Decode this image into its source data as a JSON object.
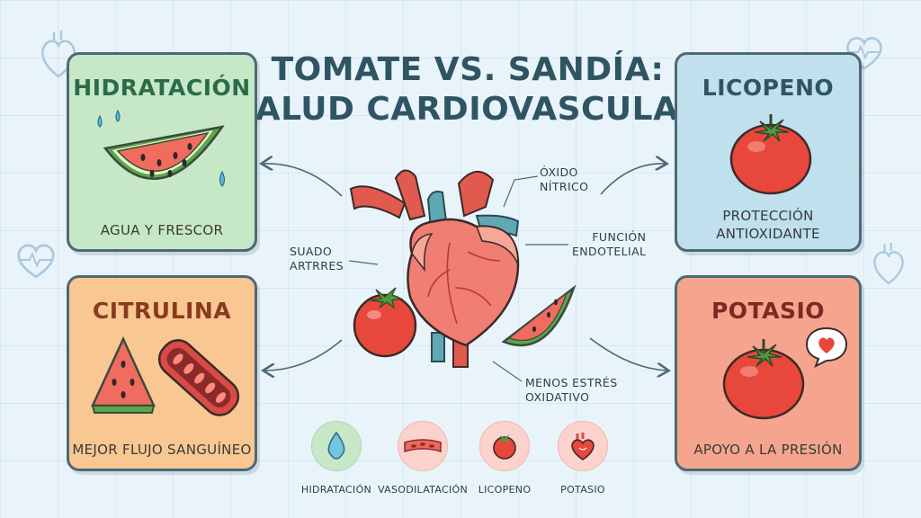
{
  "title": {
    "line1": "TOMATE VS. SANDÍA:",
    "line2": "SALUD CARDIOVASCULAR"
  },
  "cards": {
    "hidratacion": {
      "title": "HIDRATACIÓN",
      "caption": "AGUA Y FRESCOR",
      "icon": "watermelon-slice-icon"
    },
    "citrulina": {
      "title": "CITRULINA",
      "caption": "MEJOR FLUJO SANGUÍNEO",
      "icon": "blood-vessel-icon"
    },
    "licopeno": {
      "title": "LICOPENO",
      "caption_line1": "PROTECCIÓN",
      "caption_line2": "ANTIOXIDANTE",
      "icon": "tomato-icon"
    },
    "potasio": {
      "title": "POTASIO",
      "caption": "APOYO A LA PRESIÓN",
      "icon": "tomato-heart-icon"
    }
  },
  "center_labels": {
    "oxido_line1": "ÓXIDO",
    "oxido_line2": "NÍTRICO",
    "funcion_line1": "FUNCIÓN",
    "funcion_line2": "ENDOTELIAL",
    "suado_line1": "SUADO",
    "suado_line2": "ARTRRES",
    "menos_line1": "MENOS ESTRÉS",
    "menos_line2": "OXIDATIVO"
  },
  "legend": [
    {
      "label": "HIDRATACIÓN",
      "icon": "water-drop-icon"
    },
    {
      "label": "VASODILATACIÓN",
      "icon": "artery-icon"
    },
    {
      "label": "LICOPENO",
      "icon": "tomato-icon"
    },
    {
      "label": "POTASIO",
      "icon": "heart-icon"
    }
  ],
  "colors": {
    "hidratacion_bg": "#c7e8c6",
    "citrulina_bg": "#f8c792",
    "licopeno_bg": "#bfe0ec",
    "potasio_bg": "#f5a58d",
    "title_text": "#2f5563"
  }
}
